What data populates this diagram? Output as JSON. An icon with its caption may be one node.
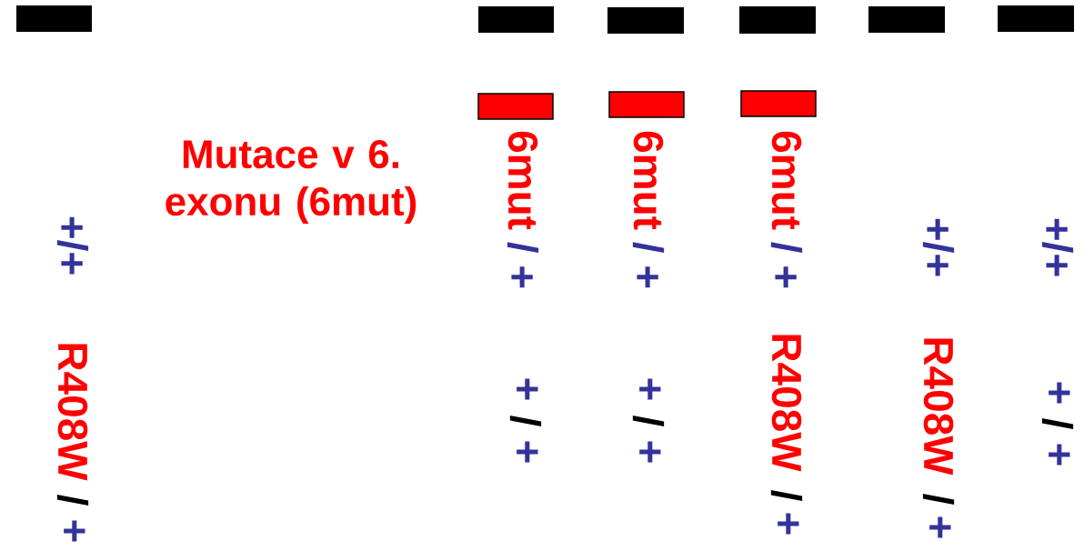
{
  "diagram": {
    "title": "Mutace v 6. exonu (6mut)",
    "nodes": [
      {
        "text": [],
        "shape": "bar"
      },
      {
        "text": [],
        "shape": "bar"
      },
      {
        "text": [],
        "shape": "bar"
      },
      {
        "text": [],
        "shape": "bar"
      },
      {
        "text": [],
        "shape": "bar"
      },
      {
        "text": [],
        "shape": "bar"
      },
      {
        "text": [],
        "shape": "bar"
      },
      {
        "text": [],
        "shape": "bar"
      },
      {
        "text": [],
        "shape": "bar"
      }
    ],
    "labels": [
      "+/+",
      "6mut",
      "/ +",
      "6mut",
      "/ +",
      "6mut",
      "/ +",
      "+/+",
      "+/+",
      "R408W",
      "/",
      "+",
      "+",
      "/",
      "+",
      "+",
      "/",
      "+",
      "R408W",
      "/",
      "+",
      "R408W",
      "/",
      "+",
      "+",
      "/",
      "+"
    ]
  }
}
